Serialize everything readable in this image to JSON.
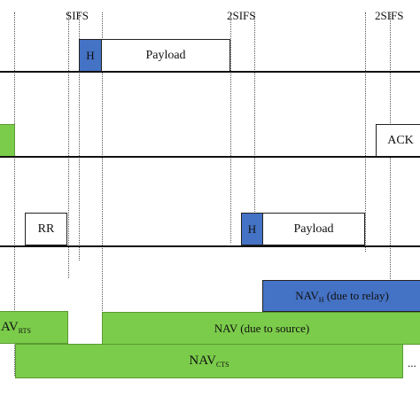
{
  "labels": {
    "sifs": "SIFS",
    "two_sifs_1": "2SIFS",
    "two_sifs_2": "2SIFS"
  },
  "row1": {
    "header": "H",
    "payload": "Payload"
  },
  "row2": {
    "ack": "ACK"
  },
  "row3": {
    "rr": "RR",
    "header": "H",
    "payload": "Payload"
  },
  "nav": {
    "nav_h_main": "NAV",
    "nav_h_sub": "H",
    "nav_h_suffix": " (due to relay)",
    "nav_rts_main": "AV",
    "nav_rts_sub": "RTS",
    "nav_source": "NAV (due to source)",
    "nav_cts_main": "NAV",
    "nav_cts_sub": "CTS",
    "ellipsis": "..."
  },
  "colors": {
    "header_blue": "#4472c4",
    "nav_green": "#7bcc4a"
  }
}
